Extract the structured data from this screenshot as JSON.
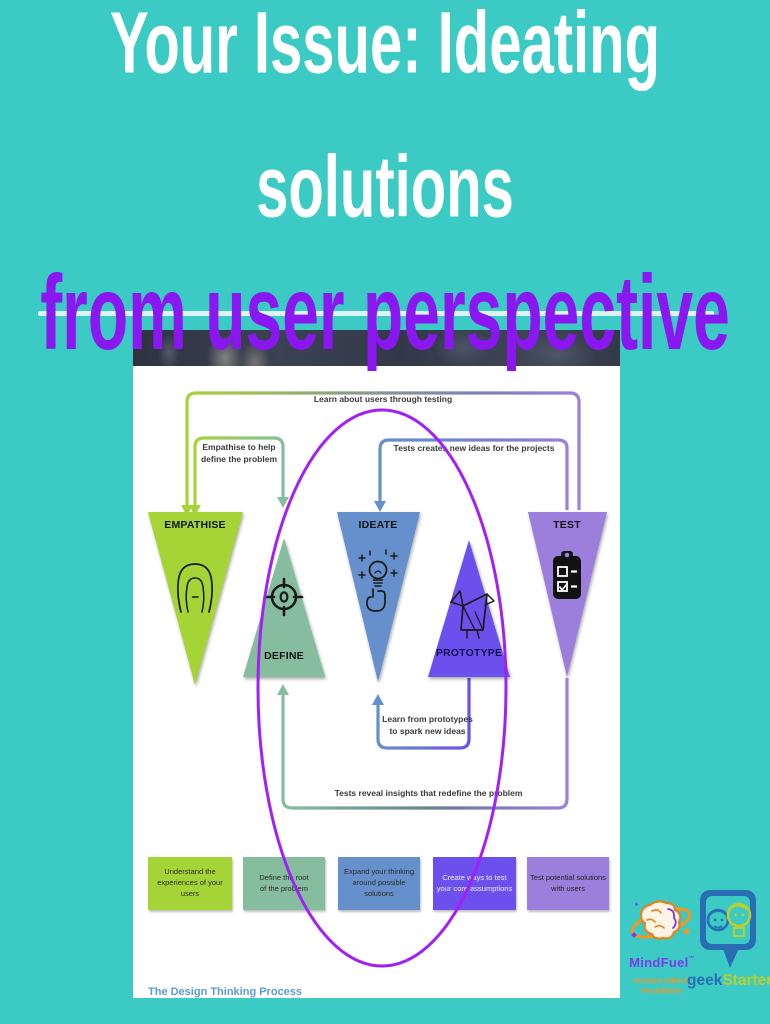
{
  "slide": {
    "title_line1": "Your Issue: Ideating",
    "title_line2": "solutions",
    "subtitle": "from user perspective"
  },
  "diagram": {
    "caption": "The Design Thinking Process",
    "flow_labels": {
      "learn_users": "Learn about users through testing",
      "empathise_help": "Empathise to help\ndefine the problem",
      "tests_create": "Tests creates new ideas for the projects",
      "learn_prototypes": "Learn from prototypes\nto spark new ideas",
      "tests_reveal": "Tests reveal insights that redefine the problem"
    },
    "stages": [
      {
        "label": "EMPATHISE",
        "description": "Understand the\nexperiences of your users",
        "color": "#a5d437",
        "icon": "head-profile-icon"
      },
      {
        "label": "DEFINE",
        "description": "Define the root\nof the problem",
        "color": "#85bd9e",
        "icon": "target-icon"
      },
      {
        "label": "IDEATE",
        "description": "Expand your thinking\naround possible solutions",
        "color": "#6590cb",
        "icon": "lightbulb-idea-icon"
      },
      {
        "label": "PROTOTYPE",
        "description": "Create ways to test\nyour core assumptions",
        "color": "#6c50ee",
        "icon": "origami-crane-icon"
      },
      {
        "label": "TEST",
        "description": "Test potential solutions\nwith users",
        "color": "#9c7fdc",
        "icon": "clipboard-check-icon"
      }
    ]
  },
  "annotation": {
    "shape": "ellipse",
    "color": "#a21ff5"
  },
  "logos": {
    "mindfuel": {
      "name": "MindFuel",
      "trademark": "™",
      "tagline": "Science Alberta\nFoundation",
      "brand_color": "#7c3aed",
      "accent_color": "#f7941d"
    },
    "geekstarter": {
      "word_part1": "geek",
      "word_part2": "Starter",
      "color_part1": "#2a6db5",
      "color_part2": "#b9cf2e"
    }
  },
  "colors": {
    "background": "#3bcbc4",
    "title_text": "#ffffff",
    "subtitle_text": "#8a16f0",
    "strike_line": "#e8faf7",
    "caption_text": "#5b9bd5"
  }
}
